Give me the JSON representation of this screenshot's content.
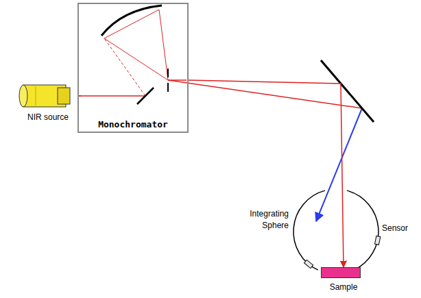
{
  "diagram": {
    "nodes": [
      {
        "text": [
          "NIR source"
        ]
      },
      {
        "text": [
          "Monochromator"
        ]
      },
      {
        "text": [
          "Integrating Sphere"
        ]
      },
      {
        "text": [
          "Sample"
        ]
      }
    ],
    "edges": [
      {
        "from": 0,
        "to": 1,
        "arrow": "none"
      },
      {
        "from": 1,
        "to": 3,
        "arrow": "to"
      }
    ],
    "labels": [
      "Sensor"
    ]
  }
}
